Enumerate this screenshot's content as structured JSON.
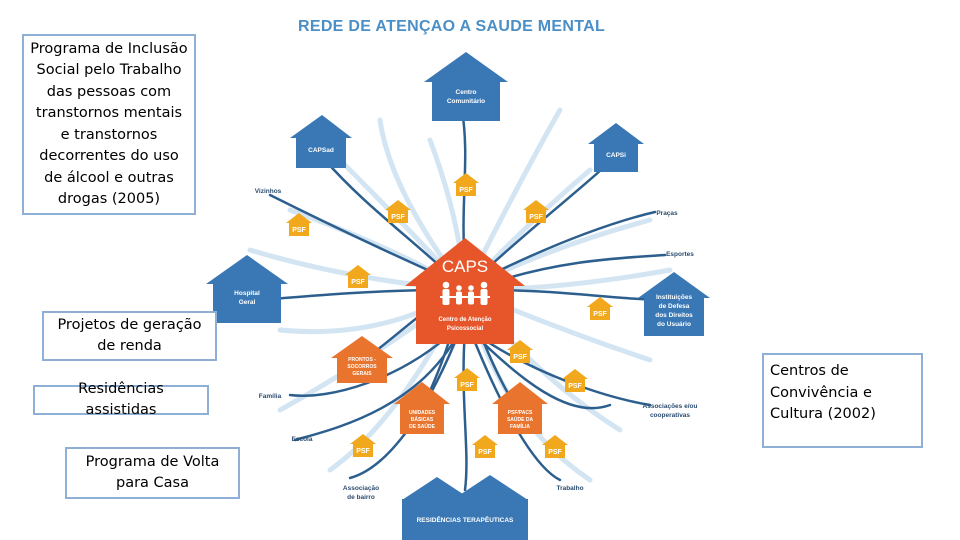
{
  "title": "REDE DE ATENÇAO A SAUDE MENTAL",
  "center": {
    "name": "CAPS",
    "subtitle_line1": "Centro de Atenção",
    "subtitle_line2": "Psicossocial"
  },
  "blue_houses": {
    "centro_line1": "Centro",
    "centro_line2": "Comunitário",
    "capsad": "CAPSad",
    "capsi": "CAPSi",
    "hospital_line1": "Hospital",
    "hospital_line2": "Geral",
    "inst_line1": "Instituições",
    "inst_line2": "de Defesa",
    "inst_line3": "dos Direitos",
    "inst_line4": "do Usuário"
  },
  "orange_houses": {
    "prontos_line1": "PRONTOS -",
    "prontos_line2": "SOCORROS",
    "prontos_line3": "GERAIS",
    "ubs_line1": "UNIDADES",
    "ubs_line2": "BÁSICAS",
    "ubs_line3": "DE SAÚDE",
    "psf_line1": "PSF/PACS",
    "psf_line2": "SAÚDE DA",
    "psf_line3": "FAMÍLIA"
  },
  "psf_label": "PSF",
  "residencias": "RESIDÊNCIAS TERAPÊUTICAS",
  "external_labels": {
    "vizinhos": "Vizinhos",
    "pracas": "Praças",
    "esportes": "Esportes",
    "familia": "Família",
    "escola": "Escola",
    "assoc_line1": "Associações e/ou",
    "assoc_line2": "cooperativas",
    "bairro_line1": "Associação",
    "bairro_line2": "de bairro",
    "trabalho": "Trabalho"
  },
  "textboxes": {
    "programa_inclusao": "Programa de Inclusão Social pelo Trabalho das pessoas com transtornos mentais e transtornos decorrentes do uso de álcool e outras drogas (2005)",
    "projetos_geracao": "Projetos de geração de renda",
    "residencias_assistidas": "Residências assistidas",
    "programa_volta": "Programa de Volta para Casa",
    "centros_convivencia": "Centros de Convivência e Cultura  (2002)"
  },
  "colors": {
    "blue_house": "#3a78b5",
    "orange_house": "#e9742e",
    "psf_house": "#f2a81d",
    "caps": "#e7562b",
    "rays": "#cfe2f1",
    "title": "#4b8fc7",
    "box_border": "#8fb0d6"
  }
}
